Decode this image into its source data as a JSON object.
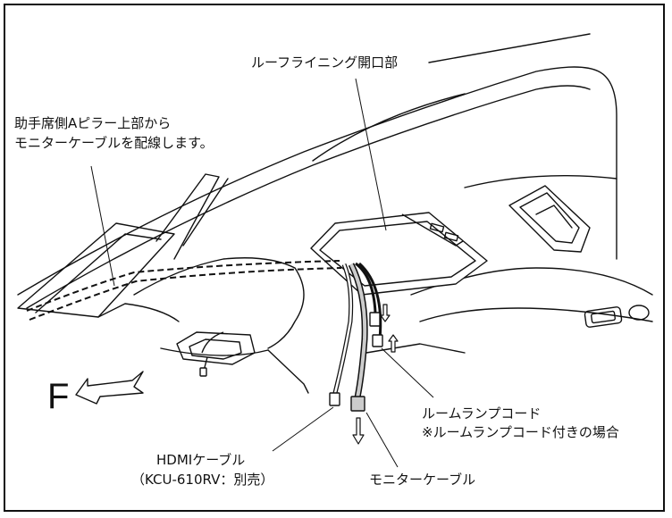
{
  "labels": {
    "roof_opening": "ルーフライニング開口部",
    "apillar_line1": "助手席側Aピラー上部から",
    "apillar_line2": "モニターケーブルを配線します。",
    "room_lamp_cord": "ルームランプコード",
    "room_lamp_note": "※ルームランプコード付きの場合",
    "hdmi_line1": "HDMIケーブル",
    "hdmi_line2": "（KCU-610RV：別売）",
    "monitor_cable": "モニターケーブル",
    "front_marker": "F"
  },
  "colors": {
    "line": "#111111",
    "cable_fill": "#cccccc",
    "background": "#ffffff"
  }
}
